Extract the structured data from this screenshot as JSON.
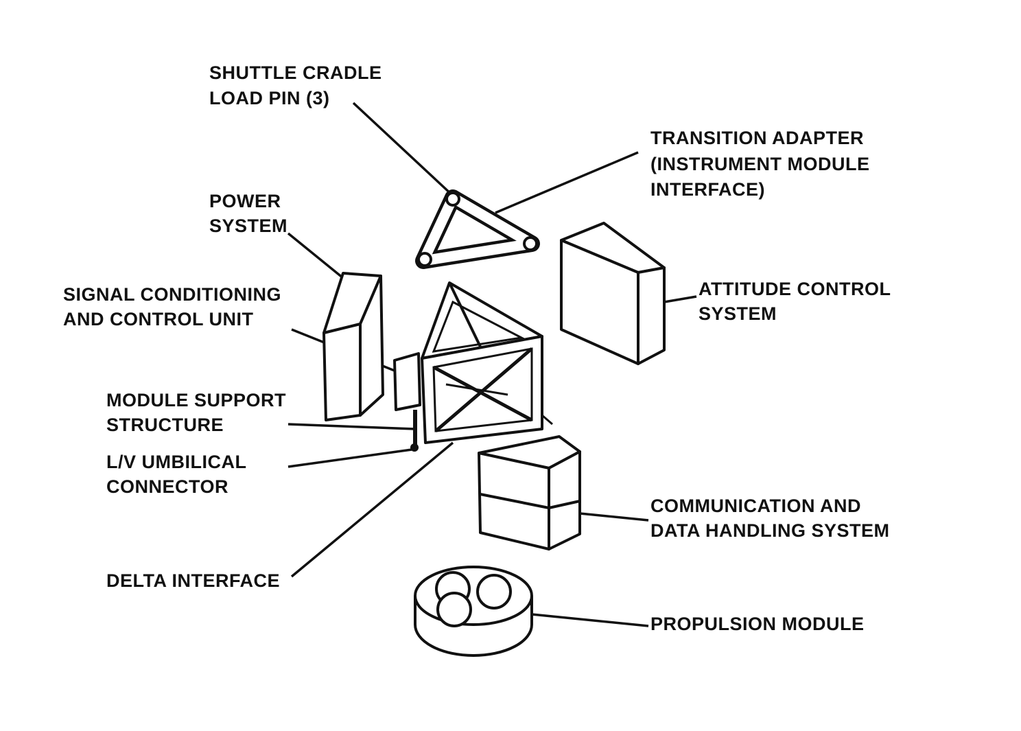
{
  "labels": {
    "shuttle_cradle": [
      "SHUTTLE CRADLE",
      "LOAD PIN (3)"
    ],
    "transition_adapter": [
      "TRANSITION ADAPTER",
      "(INSTRUMENT MODULE",
      "INTERFACE)"
    ],
    "power_system": [
      "POWER",
      "SYSTEM"
    ],
    "signal_conditioning": [
      "SIGNAL CONDITIONING",
      "AND CONTROL UNIT"
    ],
    "attitude_control": [
      "ATTITUDE CONTROL",
      "SYSTEM"
    ],
    "module_support": [
      "MODULE SUPPORT",
      "STRUCTURE"
    ],
    "umbilical": [
      "L/V UMBILICAL",
      "CONNECTOR"
    ],
    "communication": [
      "COMMUNICATION AND",
      "DATA HANDLING SYSTEM"
    ],
    "delta_interface": [
      "DELTA INTERFACE"
    ],
    "propulsion": [
      "PROPULSION MODULE"
    ]
  }
}
